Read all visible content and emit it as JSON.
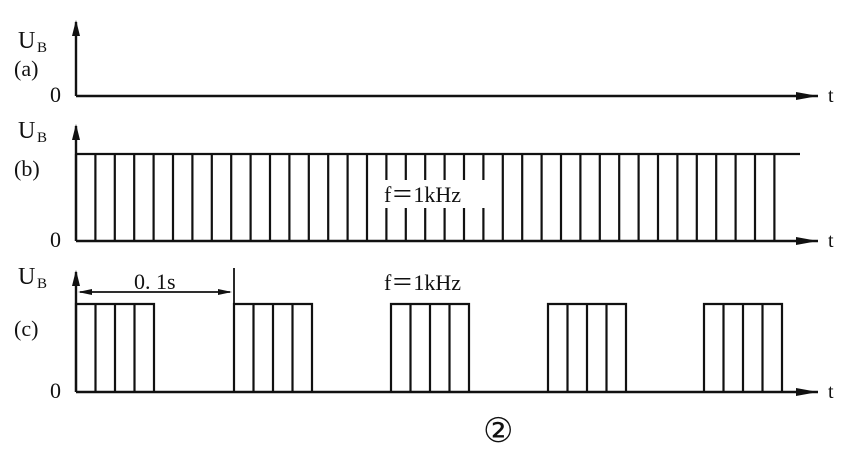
{
  "figure_number": "②",
  "panels": [
    {
      "id": "a",
      "label": "(a)",
      "y_axis_symbol": "U",
      "y_axis_subscript": "B",
      "zero_label": "0",
      "x_axis_label": "t",
      "signal": "zero"
    },
    {
      "id": "b",
      "label": "(b)",
      "y_axis_symbol": "U",
      "y_axis_subscript": "B",
      "zero_label": "0",
      "x_axis_label": "t",
      "signal": "continuous pulse train",
      "annotation": "f＝1kHz"
    },
    {
      "id": "c",
      "label": "(c)",
      "y_axis_symbol": "U",
      "y_axis_subscript": "B",
      "zero_label": "0",
      "x_axis_label": "t",
      "signal": "gated pulse bursts",
      "annotation": "f＝1kHz",
      "period_label": "0. 1s"
    }
  ]
}
